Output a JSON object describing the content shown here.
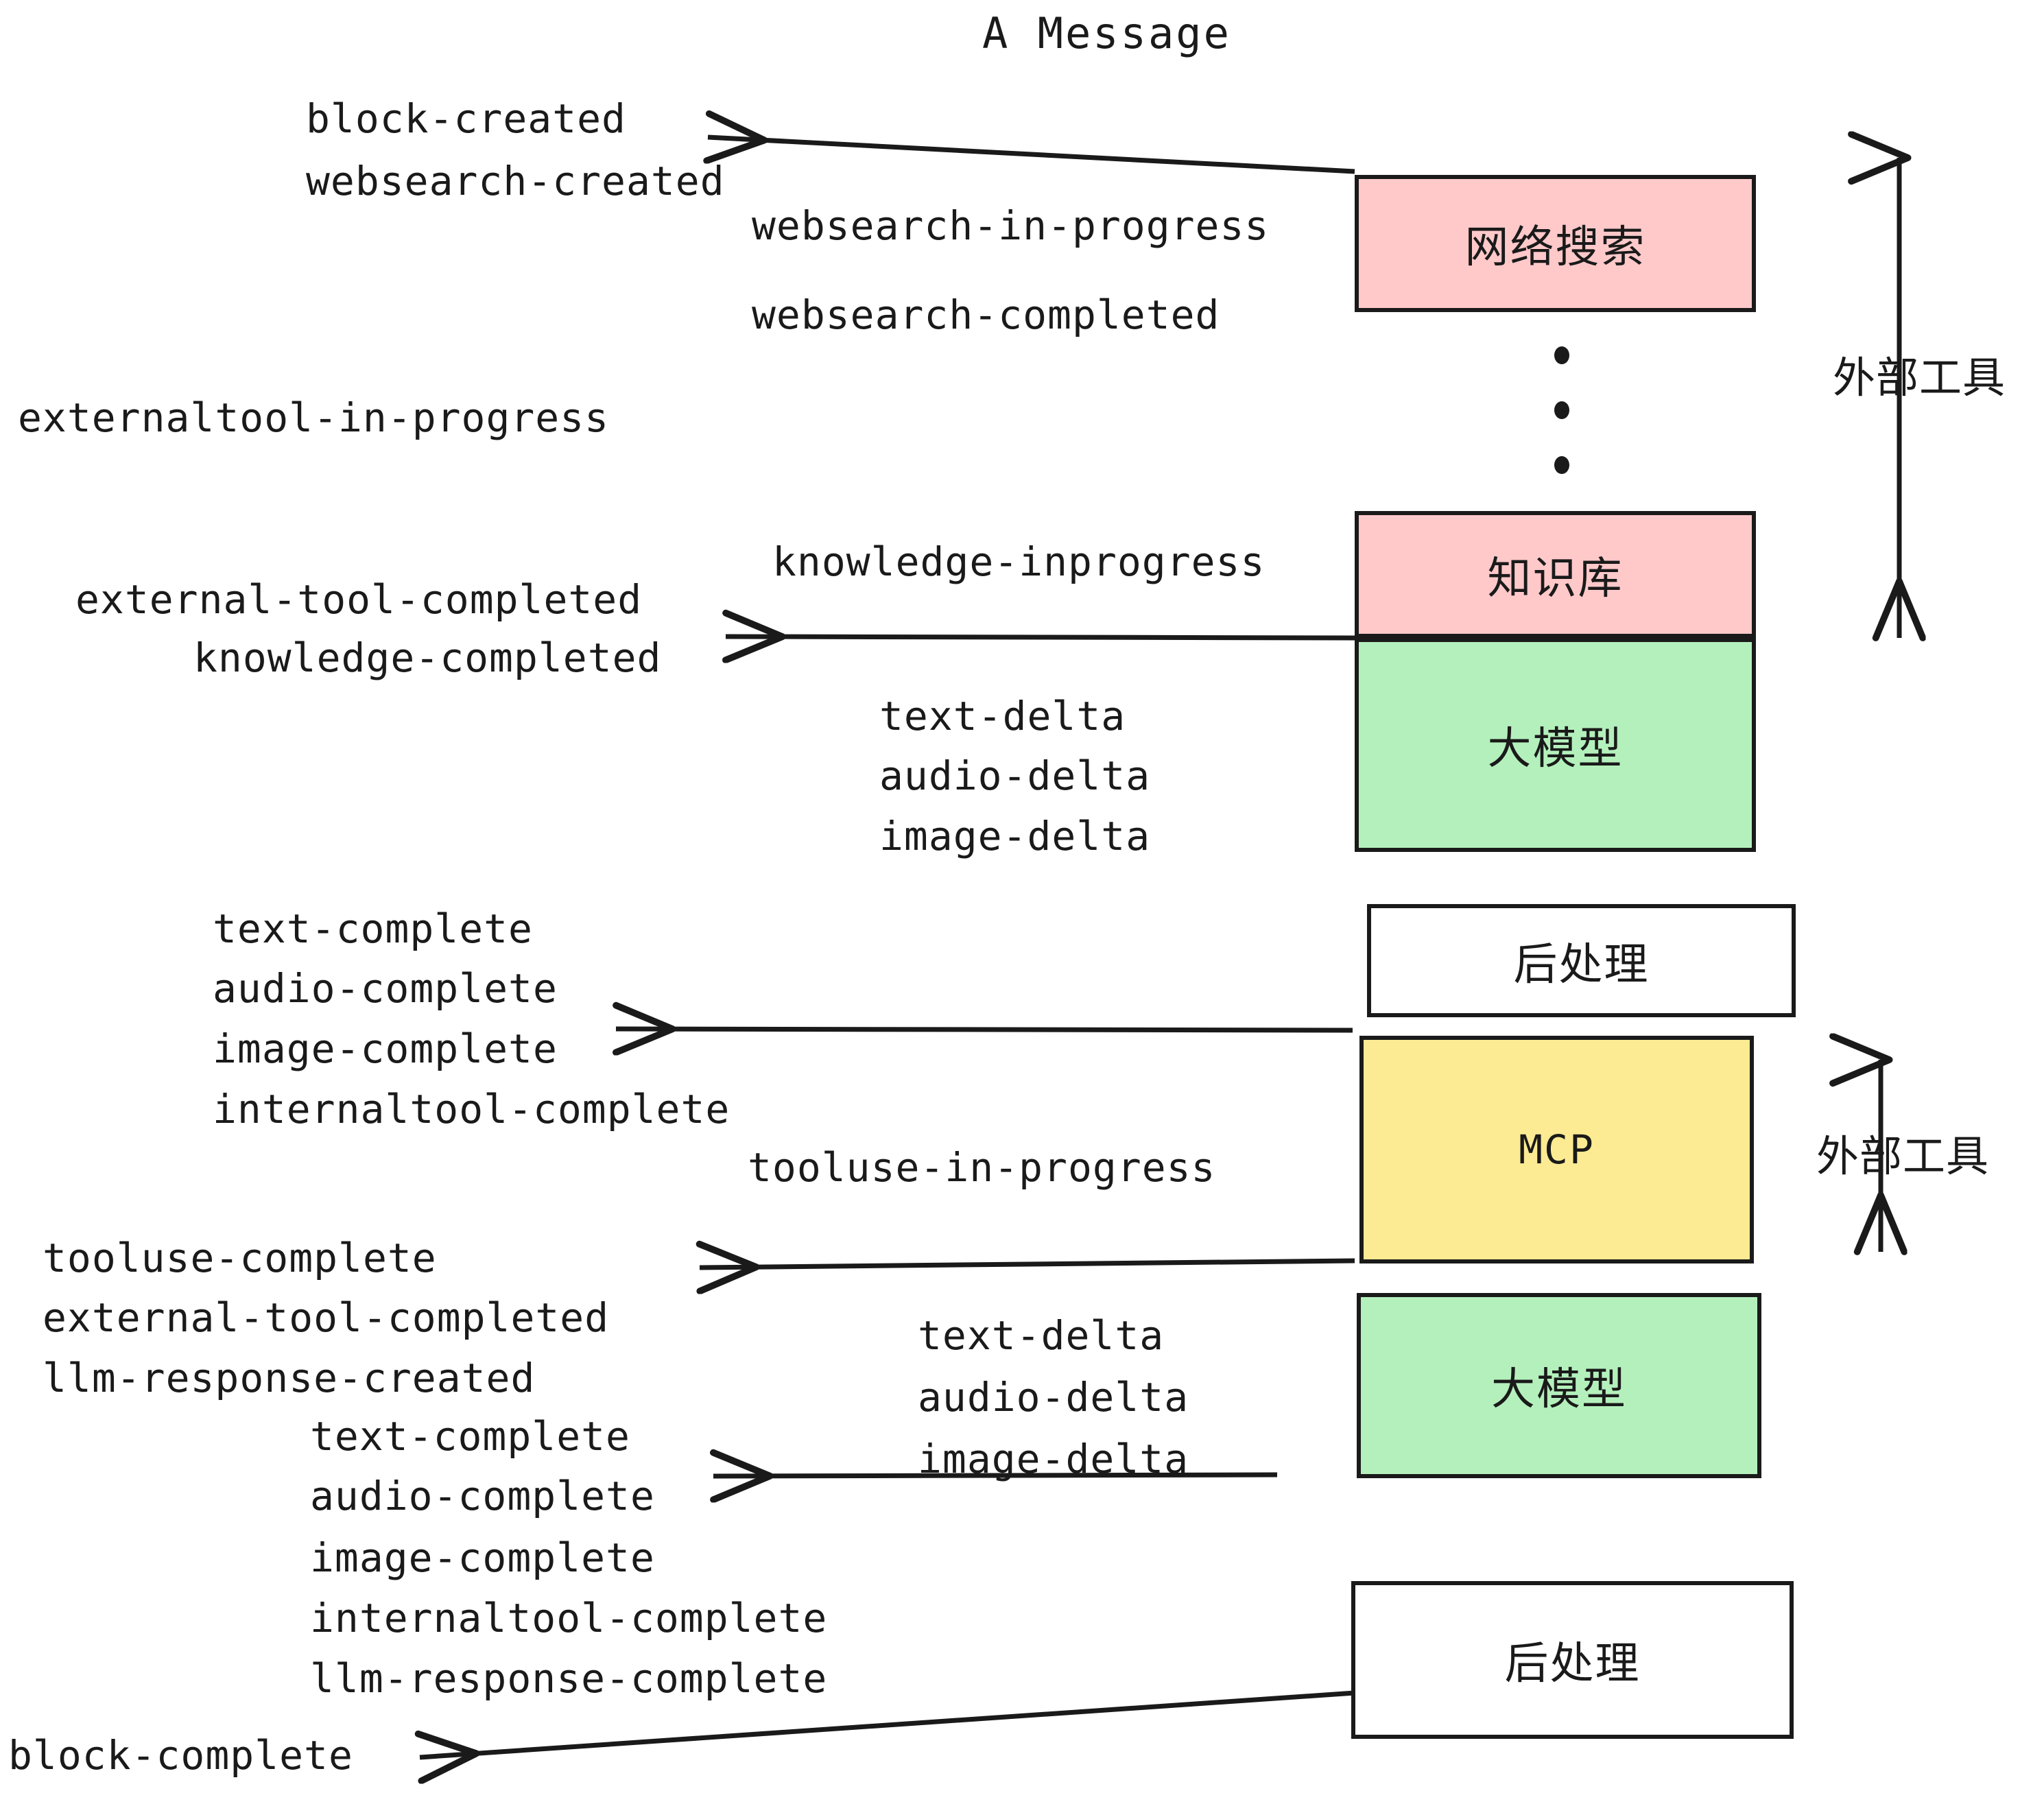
{
  "diagram": {
    "title": "A Message",
    "colors": {
      "pink": "#ffc9ca",
      "green": "#b4f0bc",
      "yellow": "#fceb92",
      "white": "#ffffff",
      "stroke": "#1a1a1a"
    },
    "boxes": [
      {
        "id": "websearch",
        "label": "网络搜索",
        "fill": "#ffc9ca"
      },
      {
        "id": "knowledge",
        "label": "知识库",
        "fill": "#ffc9ca"
      },
      {
        "id": "llm-1",
        "label": "大模型",
        "fill": "#b4f0bc"
      },
      {
        "id": "postprocess-1",
        "label": "后处理",
        "fill": "#ffffff"
      },
      {
        "id": "mcp",
        "label": "MCP",
        "fill": "#fceb92"
      },
      {
        "id": "llm-2",
        "label": "大模型",
        "fill": "#b4f0bc"
      },
      {
        "id": "postprocess-2",
        "label": "后处理",
        "fill": "#ffffff"
      }
    ],
    "side_annotations": [
      {
        "id": "external-tools-top",
        "label": "外部工具"
      },
      {
        "id": "external-tools-bottom",
        "label": "外部工具"
      }
    ],
    "events": [
      {
        "id": "block-created",
        "text": "block-created"
      },
      {
        "id": "websearch-created",
        "text": "websearch-created"
      },
      {
        "id": "websearch-in-progress",
        "text": "websearch-in-progress"
      },
      {
        "id": "websearch-completed",
        "text": "websearch-completed"
      },
      {
        "id": "externaltool-in-progress",
        "text": "externaltool-in-progress"
      },
      {
        "id": "knowledge-inprogress",
        "text": "knowledge-inprogress"
      },
      {
        "id": "external-tool-completed-1",
        "text": "external-tool-completed"
      },
      {
        "id": "knowledge-completed",
        "text": "knowledge-completed"
      },
      {
        "id": "text-delta-1",
        "text": "text-delta"
      },
      {
        "id": "audio-delta-1",
        "text": "audio-delta"
      },
      {
        "id": "image-delta-1",
        "text": "image-delta"
      },
      {
        "id": "text-complete-1",
        "text": "text-complete"
      },
      {
        "id": "audio-complete-1",
        "text": "audio-complete"
      },
      {
        "id": "image-complete-1",
        "text": "image-complete"
      },
      {
        "id": "internaltool-complete-1",
        "text": "internaltool-complete"
      },
      {
        "id": "tooluse-in-progress",
        "text": "tooluse-in-progress"
      },
      {
        "id": "tooluse-complete",
        "text": "tooluse-complete"
      },
      {
        "id": "external-tool-completed-2",
        "text": "external-tool-completed"
      },
      {
        "id": "llm-response-created",
        "text": "llm-response-created"
      },
      {
        "id": "text-delta-2",
        "text": "text-delta"
      },
      {
        "id": "audio-delta-2",
        "text": "audio-delta"
      },
      {
        "id": "image-delta-2",
        "text": "image-delta"
      },
      {
        "id": "text-complete-2",
        "text": "text-complete"
      },
      {
        "id": "audio-complete-2",
        "text": "audio-complete"
      },
      {
        "id": "image-complete-2",
        "text": "image-complete"
      },
      {
        "id": "internaltool-complete-2",
        "text": "internaltool-complete"
      },
      {
        "id": "llm-response-complete",
        "text": "llm-response-complete"
      },
      {
        "id": "block-complete",
        "text": "block-complete"
      }
    ]
  }
}
